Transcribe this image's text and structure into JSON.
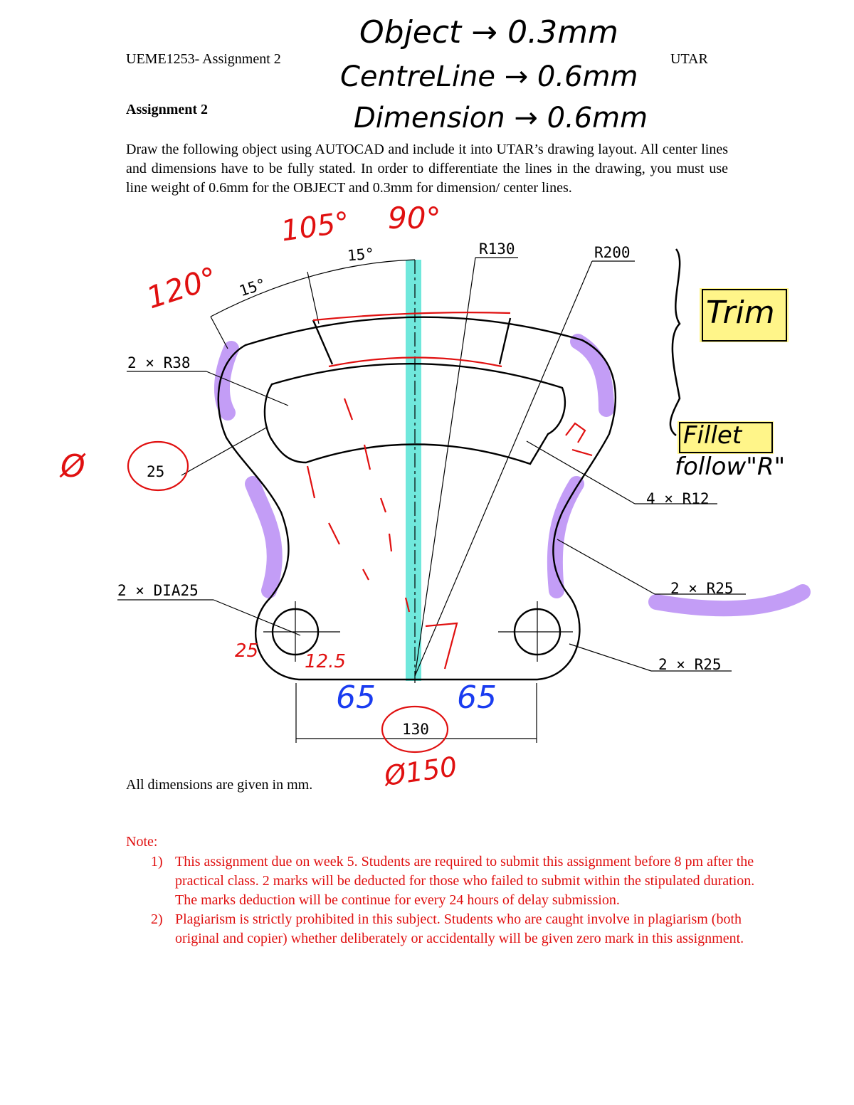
{
  "header": {
    "course": "UEME1253- Assignment 2",
    "institution": "UTAR"
  },
  "title": "Assignment 2",
  "instructions": "Draw the following object using AUTOCAD and include it into UTAR’s drawing layout. All center lines and dimensions have to be fully stated. In order to differentiate the lines in the drawing, you must use line weight of 0.6mm for the OBJECT and 0.3mm for dimension/ center lines.",
  "drawing_labels": {
    "angle_left": "15°",
    "angle_right": "15°",
    "r130": "R130",
    "r200": "R200",
    "r38": "2 × R38",
    "r25_inner": "25",
    "r12": "4 × R12",
    "dia25": "2 × DIA25",
    "r25_side": "2 × R25",
    "r25_bottom": "2 × R25",
    "width_130": "130"
  },
  "handwritten": {
    "line1": "Object → 0.3mm",
    "line2": "CentreLine → 0.6mm",
    "line3": "Dimension → 0.6mm",
    "angle_90": "90°",
    "angle_105": "105°",
    "angle_120": "120°",
    "trim": "Trim",
    "fillet": "Fillet",
    "follow_r": "follow\"R\"",
    "num_25": "25",
    "num_12_5": "12.5",
    "num_65_left": "65",
    "num_65_right": "65",
    "num_150": "Ø150",
    "num_7": "7",
    "dia_mark": "Ø"
  },
  "units_note": "All dimensions are given in mm.",
  "note": {
    "label": "Note:",
    "items": [
      {
        "num": "1)",
        "text": "This assignment due on week 5. Students are required to submit this assignment before 8 pm after the practical class. 2 marks will be deducted for those who failed to submit within the stipulated duration. The marks deduction will be continue for every 24 hours of delay submission."
      },
      {
        "num": "2)",
        "text": "Plagiarism is strictly prohibited in this subject. Students who are caught involve in plagiarism (both original and copier) whether deliberately or accidentally will be given zero mark in this assignment."
      }
    ]
  },
  "colors": {
    "annotation_red": "#e01010",
    "annotation_blue": "#1a3cf0",
    "highlight_cyan": "#40e0d0",
    "highlight_purple": "#b98cf5",
    "highlight_yellow": "#fff36b"
  }
}
